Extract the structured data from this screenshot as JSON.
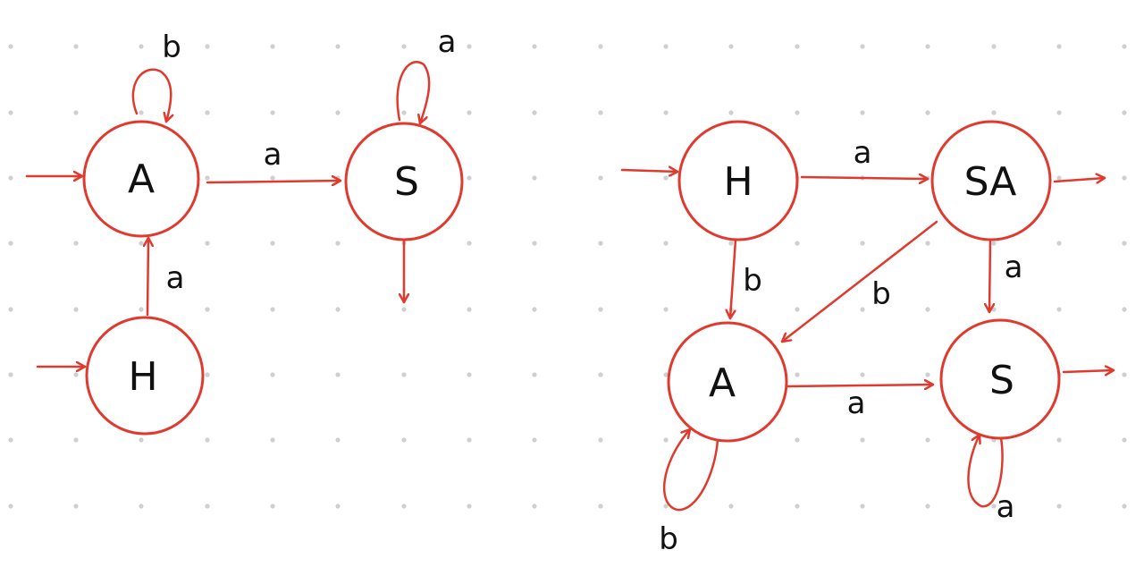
{
  "colors": {
    "stroke": "#e03a2f",
    "text": "#111111",
    "grid_dot": "#cfcfcf",
    "background": "#ffffff"
  },
  "left_automaton": {
    "states": {
      "A": "A",
      "S": "S",
      "H": "H"
    },
    "edges": {
      "A_loop": "b",
      "S_loop": "a",
      "A_to_S": "a",
      "H_to_A": "a"
    }
  },
  "right_automaton": {
    "states": {
      "H": "H",
      "SA": "SA",
      "A": "A",
      "S": "S"
    },
    "edges": {
      "H_to_SA": "a",
      "H_to_A": "b",
      "SA_to_A": "b",
      "SA_to_S": "a",
      "A_to_S": "a",
      "A_loop": "b",
      "S_loop": "a"
    }
  }
}
